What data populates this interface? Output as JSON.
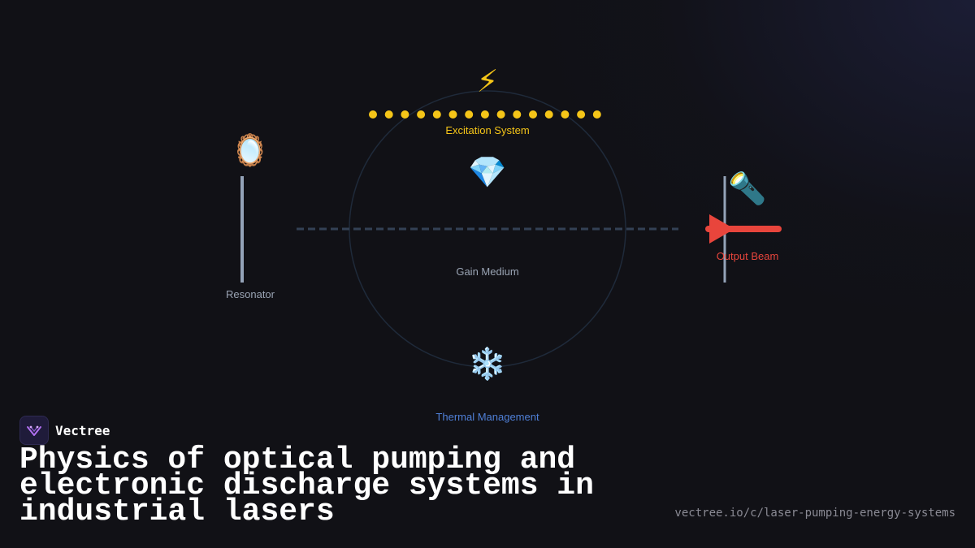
{
  "diagram": {
    "excitation": {
      "label": "Excitation System",
      "icon": "lightning-icon",
      "glyph": "⚡",
      "color": "#f5c518",
      "dot_count": 15
    },
    "gain_medium": {
      "label": "Gain Medium",
      "icon": "gem-icon",
      "glyph": "💎",
      "color": "#9aa4b4"
    },
    "resonator": {
      "label": "Resonator",
      "icon": "mirror-icon",
      "glyph": "🪞",
      "color": "#9aa4b4"
    },
    "output_beam": {
      "label": "Output Beam",
      "icon": "flashlight-icon",
      "glyph": "🔦",
      "color": "#e8453c"
    },
    "thermal": {
      "label": "Thermal Management",
      "icon": "snowflake-icon",
      "glyph": "❄️",
      "color": "#4f7fd6"
    }
  },
  "brand": {
    "name": "Vectree",
    "logo_icon": "vectree-logo-icon",
    "accent": "#b070f0"
  },
  "title": "Physics of optical pumping and electronic discharge systems in industrial lasers",
  "url": "vectree.io/c/laser-pumping-energy-systems"
}
